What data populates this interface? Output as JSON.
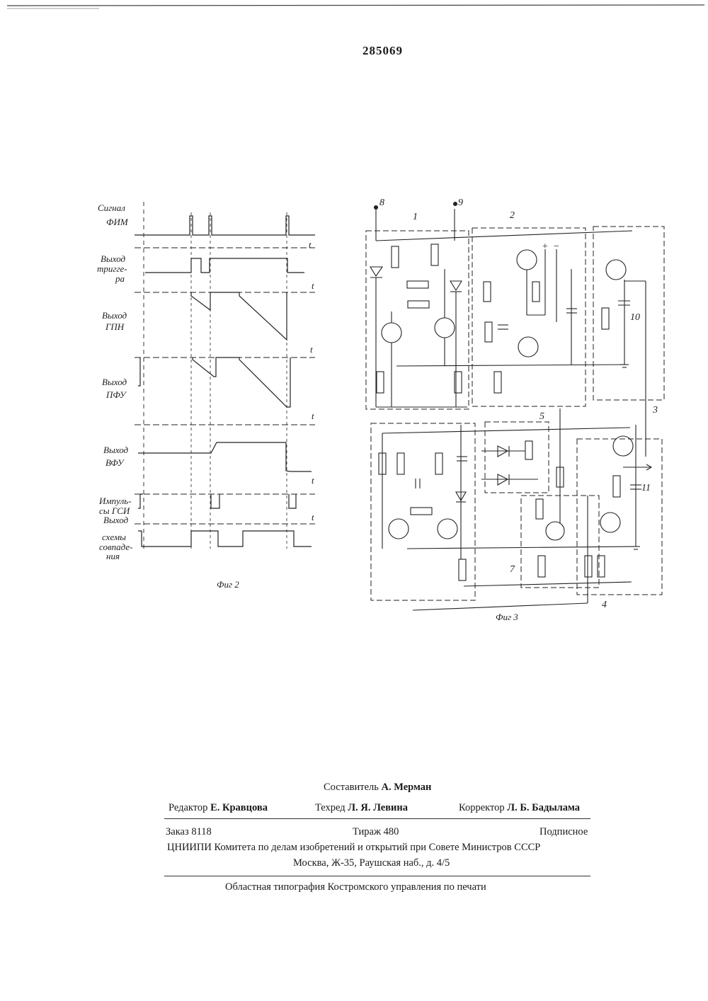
{
  "header": {
    "patent_number": "285069"
  },
  "fig2": {
    "caption": "Фиг 2",
    "axis_label": "t",
    "signals": [
      {
        "line1": "Сигнал",
        "line2": "ФИМ",
        "line3": ""
      },
      {
        "line1": "Выход",
        "line2": "тригге-",
        "line3": "ра"
      },
      {
        "line1": "Выход",
        "line2": "ГПН",
        "line3": ""
      },
      {
        "line1": "Выход",
        "line2": "ПФУ",
        "line3": ""
      },
      {
        "line1": "Выход",
        "line2": "ВФУ",
        "line3": ""
      },
      {
        "line1": "Импуль-",
        "line2": "сы ГСИ",
        "line3": ""
      },
      {
        "line1": "Выход",
        "line2": "схемы",
        "line3": "совпаде-"
      }
    ],
    "last_line": "ния"
  },
  "fig3": {
    "caption": "Фиг 3",
    "terminals": {
      "a": "8",
      "b": "9"
    },
    "block_numbers": {
      "b1": "1",
      "b2": "2",
      "b3": "3",
      "b4": "4",
      "b5": "5",
      "b7": "7",
      "b10": "10",
      "b11": "11"
    },
    "polarity": {
      "plus": "+",
      "minus": "−"
    }
  },
  "footer": {
    "compiler_label": "Составитель",
    "compiler_name": "А. Мерман",
    "editor_label": "Редактор",
    "editor_name": "Е. Кравцова",
    "techred_label": "Техред",
    "techred_name": "Л. Я. Левина",
    "corrector_label": "Корректор",
    "corrector_name": "Л. Б. Бадылама",
    "order": "Заказ 8118",
    "circulation": "Тираж 480",
    "subscription": "Подписное",
    "institute": "ЦНИИПИ Комитета по делам изобретений и открытий при Совете Министров СССР",
    "address": "Москва, Ж-35, Раушская наб., д. 4/5",
    "printer": "Областная типография Костромского управления по печати"
  }
}
